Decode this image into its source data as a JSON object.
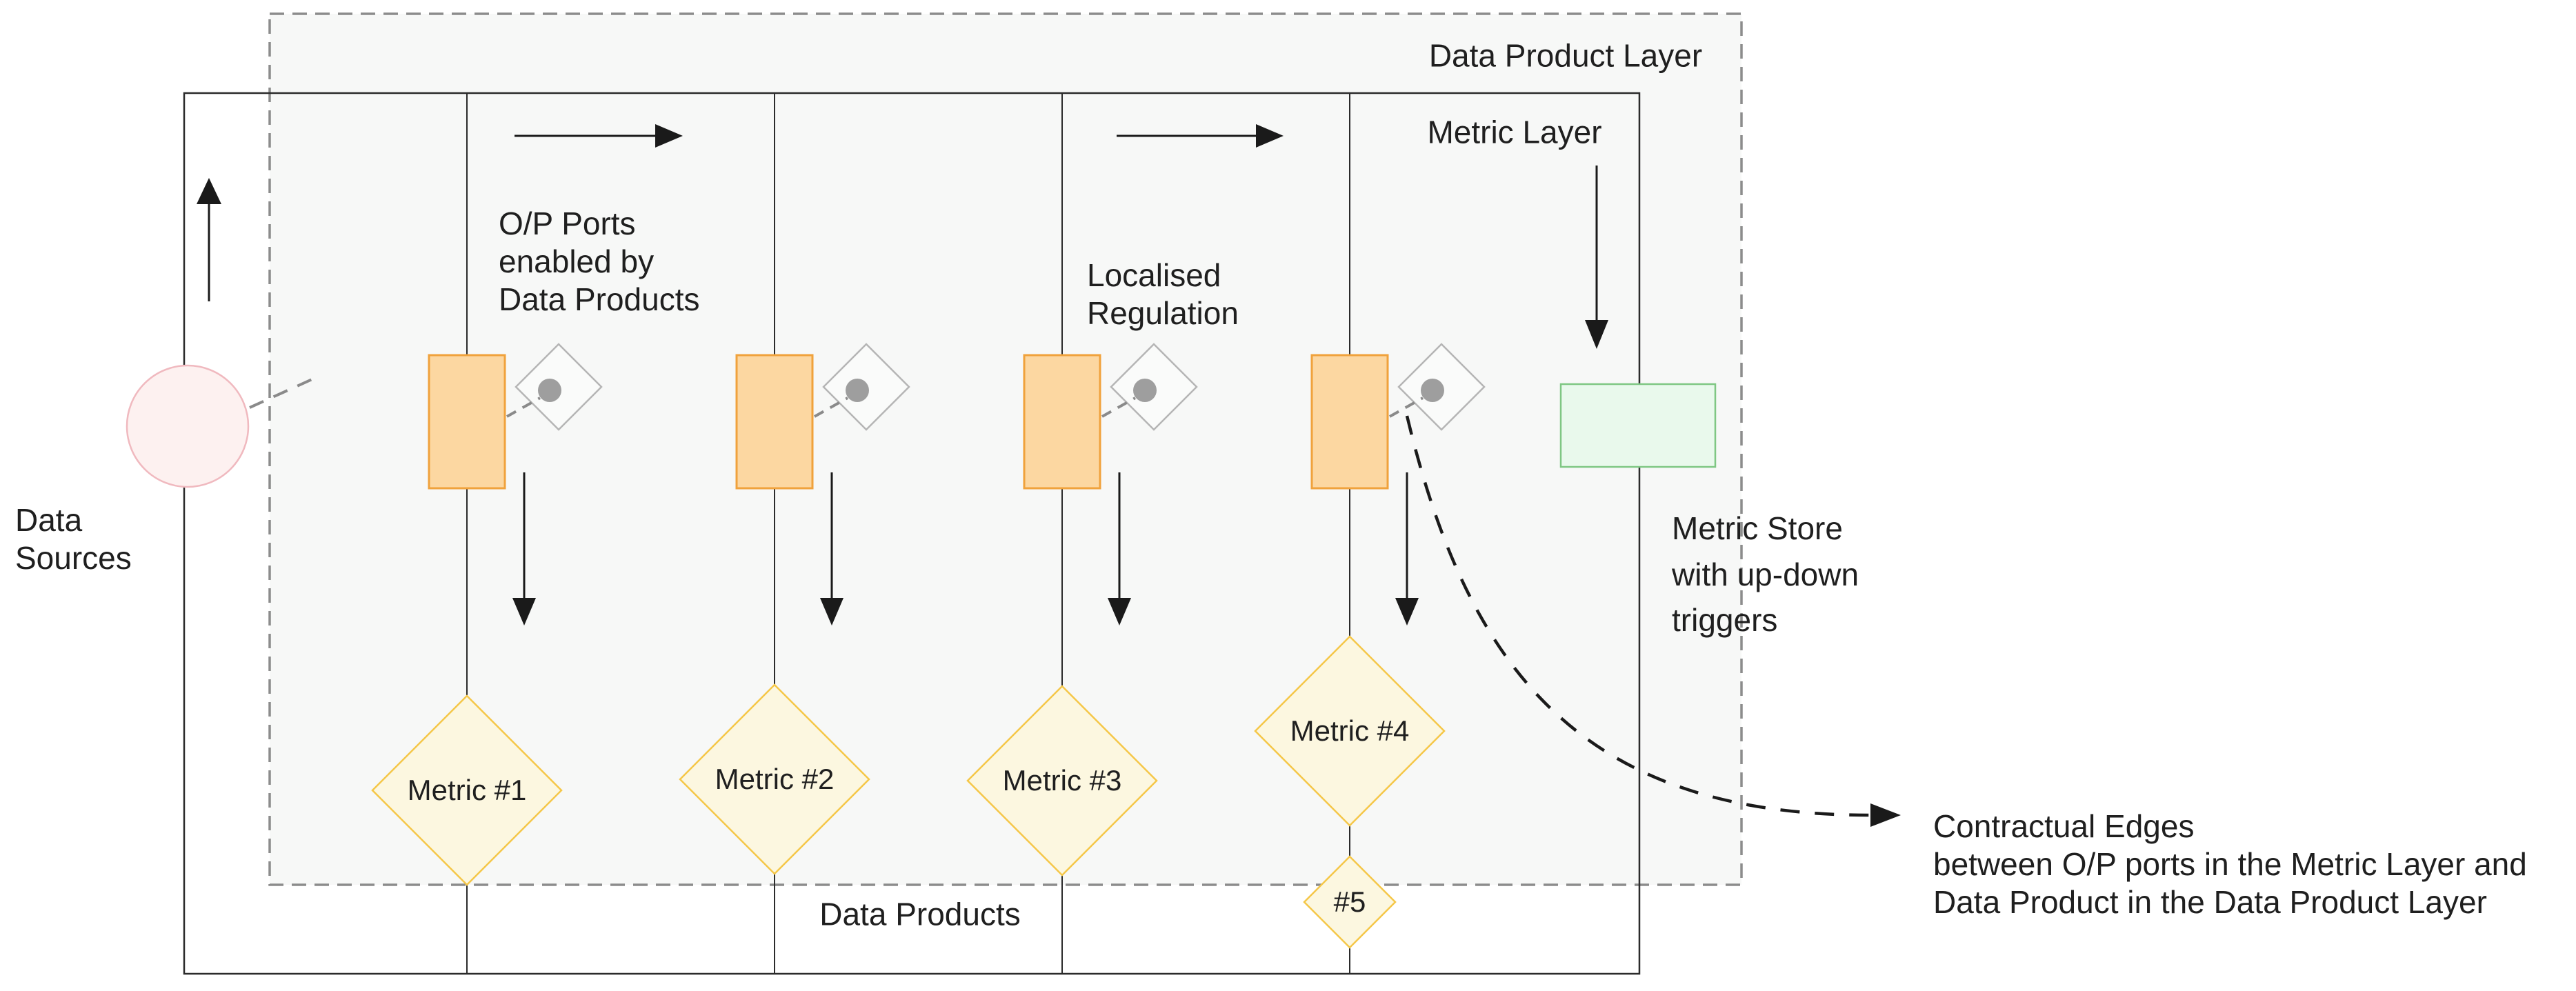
{
  "diagram": {
    "title_layers": {
      "data_product_layer": "Data Product Layer",
      "metric_layer": "Metric Layer"
    },
    "labels": {
      "data_sources": "Data\nSources",
      "op_ports_note": "O/P Ports\nenabled by\nData Products",
      "localised_regulation": "Localised\nRegulation",
      "metric_store_note": "Metric Store\nwith up-down\ntriggers",
      "data_products": "Data Products",
      "contractual_note": "Contractual Edges\nbetween O/P ports in the Metric Layer and\nData Product in the Data Product Layer"
    },
    "metrics": [
      {
        "label": "Metric #1"
      },
      {
        "label": "Metric #2"
      },
      {
        "label": "Metric #3"
      },
      {
        "label": "Metric #4"
      },
      {
        "label": "#5"
      }
    ],
    "shapes": {
      "data_source_node": "circle",
      "op_port_node": "rectangle",
      "contract_port_node": "diamond-with-dot",
      "metric_node": "diamond",
      "metric_store_node": "rectangle"
    },
    "colors": {
      "orange_fill": "#FCD7A1",
      "orange_stroke": "#F0A23C",
      "pink_fill": "#FDF1F0",
      "pink_stroke": "#F0B9BF",
      "yellow_fill": "#FCF7E0",
      "yellow_stroke": "#F5C748",
      "green_fill": "#E9F9EC",
      "green_stroke": "#7FC783",
      "layer_background": "#F7F8F7",
      "dashed_border": "#8C8C8C",
      "line_ink": "#2B2B2B",
      "dot_gray": "#9E9E9E",
      "port_diamond_stroke": "#B5B5B5"
    }
  }
}
